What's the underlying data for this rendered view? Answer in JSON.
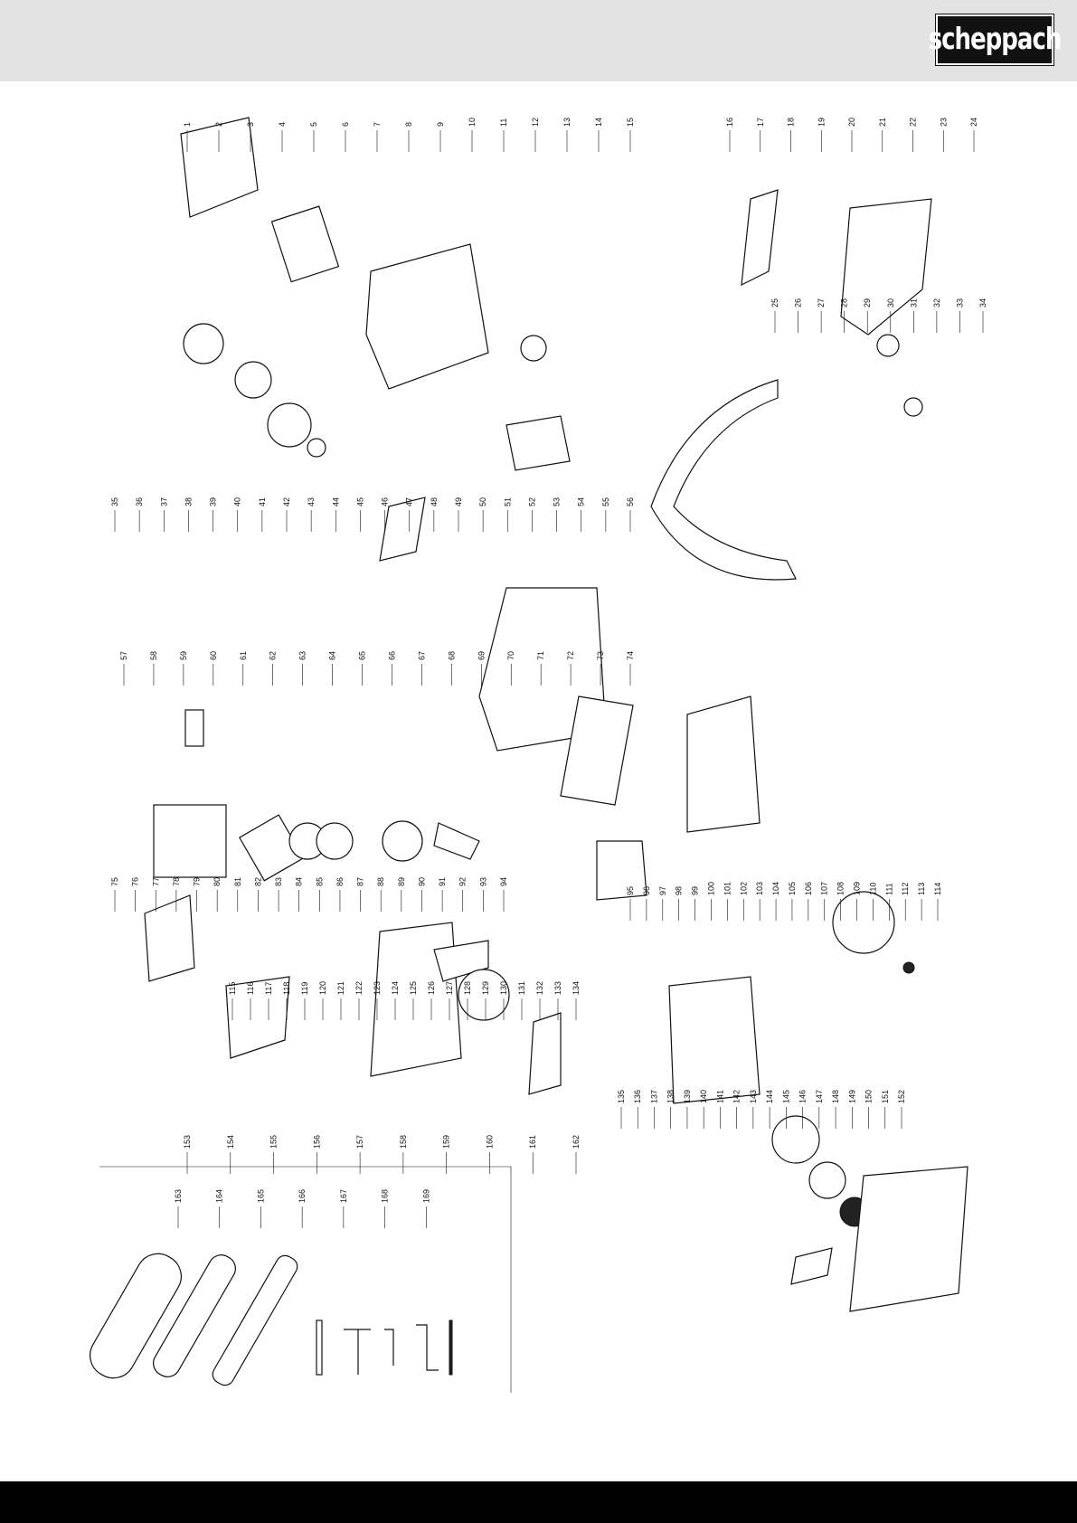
{
  "header": {
    "brand": "scheppach",
    "background": "#e3e3e3",
    "logo_background": "#111111",
    "logo_text_color": "#ffffff"
  },
  "diagram": {
    "callouts": [
      "1",
      "2",
      "3",
      "4",
      "5",
      "6",
      "7",
      "8",
      "9",
      "10",
      "11",
      "12",
      "13",
      "14",
      "15",
      "16",
      "17",
      "18",
      "19",
      "20",
      "21",
      "22",
      "23",
      "24",
      "25",
      "26",
      "27",
      "28",
      "29",
      "30",
      "31",
      "32",
      "33",
      "34",
      "35",
      "36",
      "37",
      "38",
      "39",
      "40",
      "41",
      "42",
      "43",
      "44",
      "45",
      "46",
      "47",
      "48",
      "49",
      "50",
      "51",
      "52",
      "53",
      "54",
      "55",
      "56",
      "57",
      "58",
      "59",
      "60",
      "61",
      "62",
      "63",
      "64",
      "65",
      "66",
      "67",
      "68",
      "69",
      "70",
      "71",
      "72",
      "73",
      "74",
      "75",
      "76",
      "77",
      "78",
      "79",
      "80",
      "81",
      "82",
      "83",
      "84",
      "85",
      "86",
      "87",
      "88",
      "89",
      "90",
      "91",
      "92",
      "93",
      "94",
      "95",
      "96",
      "97",
      "98",
      "99",
      "100",
      "101",
      "102",
      "103",
      "104",
      "105",
      "106",
      "107",
      "108",
      "109",
      "110",
      "111",
      "112",
      "113",
      "114",
      "115",
      "116",
      "117",
      "118",
      "119",
      "120",
      "121",
      "122",
      "123",
      "124",
      "125",
      "126",
      "127",
      "128",
      "129",
      "130",
      "131",
      "132",
      "133",
      "134",
      "135",
      "136",
      "137",
      "138",
      "139",
      "140",
      "141",
      "142",
      "143",
      "144",
      "145",
      "146",
      "147",
      "148",
      "149",
      "150",
      "151",
      "152",
      "153",
      "154",
      "155",
      "156",
      "157",
      "158",
      "159",
      "160",
      "161",
      "162",
      "163",
      "164",
      "165",
      "166",
      "167",
      "168",
      "169"
    ]
  },
  "footer": {
    "background": "#000000"
  }
}
